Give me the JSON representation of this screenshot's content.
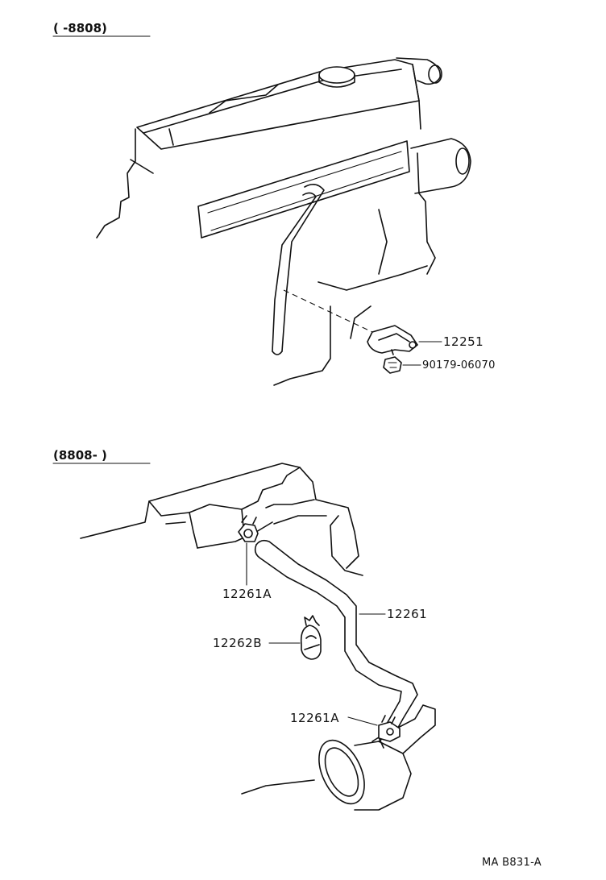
{
  "sections": {
    "top": {
      "header": "(        -8808)"
    },
    "bottom": {
      "header": "(8808-        )"
    }
  },
  "labels": {
    "part_12251": "12251",
    "part_90179": "90179-06070",
    "part_12261A_upper": "12261A",
    "part_12261": "12261",
    "part_12262B": "12262B",
    "part_12261A_lower": "12261A"
  },
  "footer": {
    "code": "MA B831-A"
  }
}
